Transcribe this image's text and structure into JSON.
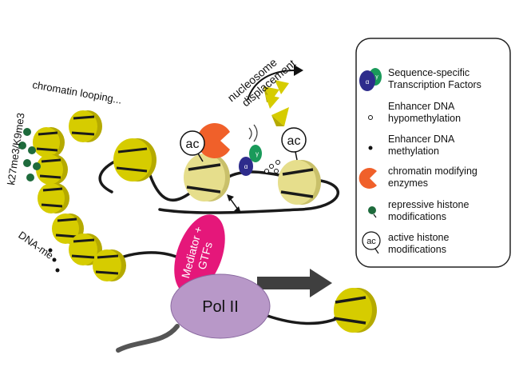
{
  "labels": {
    "chromatin_looping": "chromatin looping...",
    "histone_marks": "k27me3/K9me3",
    "dna_me": "DNA-me",
    "nucleosome_line1": "nucleosome",
    "nucleosome_line2": "displacement",
    "ac": "ac",
    "alpha": "α",
    "gamma": "γ",
    "mediator_line1": "Mediator +",
    "mediator_line2": "GTFs",
    "pol2": "Pol II"
  },
  "legend": {
    "items": [
      {
        "line1": "Sequence-specific",
        "line2": "Transcription Factors"
      },
      {
        "line1": "Enhancer DNA",
        "line2": "hypomethylation"
      },
      {
        "line1": "Enhancer DNA",
        "line2": "methylation"
      },
      {
        "line1": "chromatin modifying",
        "line2": "enzymes"
      },
      {
        "line1": "repressive histone",
        "line2": "modifications"
      },
      {
        "line1": "active histone",
        "line2": "modifications"
      }
    ]
  },
  "colors": {
    "nucleosome": "#d6cc00",
    "nucleosome_dark": "#b5aa00",
    "nucleosome_faded": "#e6de8c",
    "dna": "#1a1a1a",
    "tf_alpha": "#2e2c8c",
    "tf_gamma": "#1a9a5a",
    "enzyme": "#f0602a",
    "repressive": "#1e6b3c",
    "mediator": "#e5177a",
    "pol2": "#b898c8",
    "arrow_gray": "#3f3f3f"
  }
}
